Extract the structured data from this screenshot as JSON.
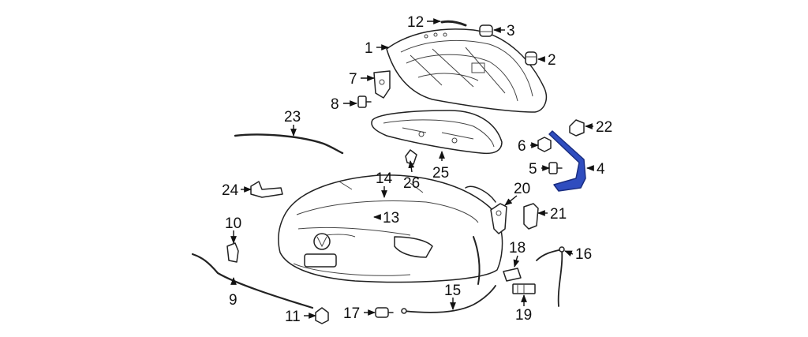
{
  "diagram": {
    "callouts": [
      {
        "id": "1",
        "label": "1"
      },
      {
        "id": "2",
        "label": "2"
      },
      {
        "id": "3",
        "label": "3"
      },
      {
        "id": "4",
        "label": "4"
      },
      {
        "id": "5",
        "label": "5"
      },
      {
        "id": "6",
        "label": "6"
      },
      {
        "id": "7",
        "label": "7"
      },
      {
        "id": "8",
        "label": "8"
      },
      {
        "id": "9",
        "label": "9"
      },
      {
        "id": "10",
        "label": "10"
      },
      {
        "id": "11",
        "label": "11"
      },
      {
        "id": "12",
        "label": "12"
      },
      {
        "id": "13",
        "label": "13"
      },
      {
        "id": "14",
        "label": "14"
      },
      {
        "id": "15",
        "label": "15"
      },
      {
        "id": "16",
        "label": "16"
      },
      {
        "id": "17",
        "label": "17"
      },
      {
        "id": "18",
        "label": "18"
      },
      {
        "id": "19",
        "label": "19"
      },
      {
        "id": "20",
        "label": "20"
      },
      {
        "id": "21",
        "label": "21"
      },
      {
        "id": "22",
        "label": "22"
      },
      {
        "id": "23",
        "label": "23"
      },
      {
        "id": "24",
        "label": "24"
      },
      {
        "id": "25",
        "label": "25"
      },
      {
        "id": "26",
        "label": "26"
      }
    ],
    "highlighted_part": "4",
    "colors": {
      "highlight": "#2f4dbf",
      "line": "#222222",
      "background": "#ffffff"
    }
  }
}
